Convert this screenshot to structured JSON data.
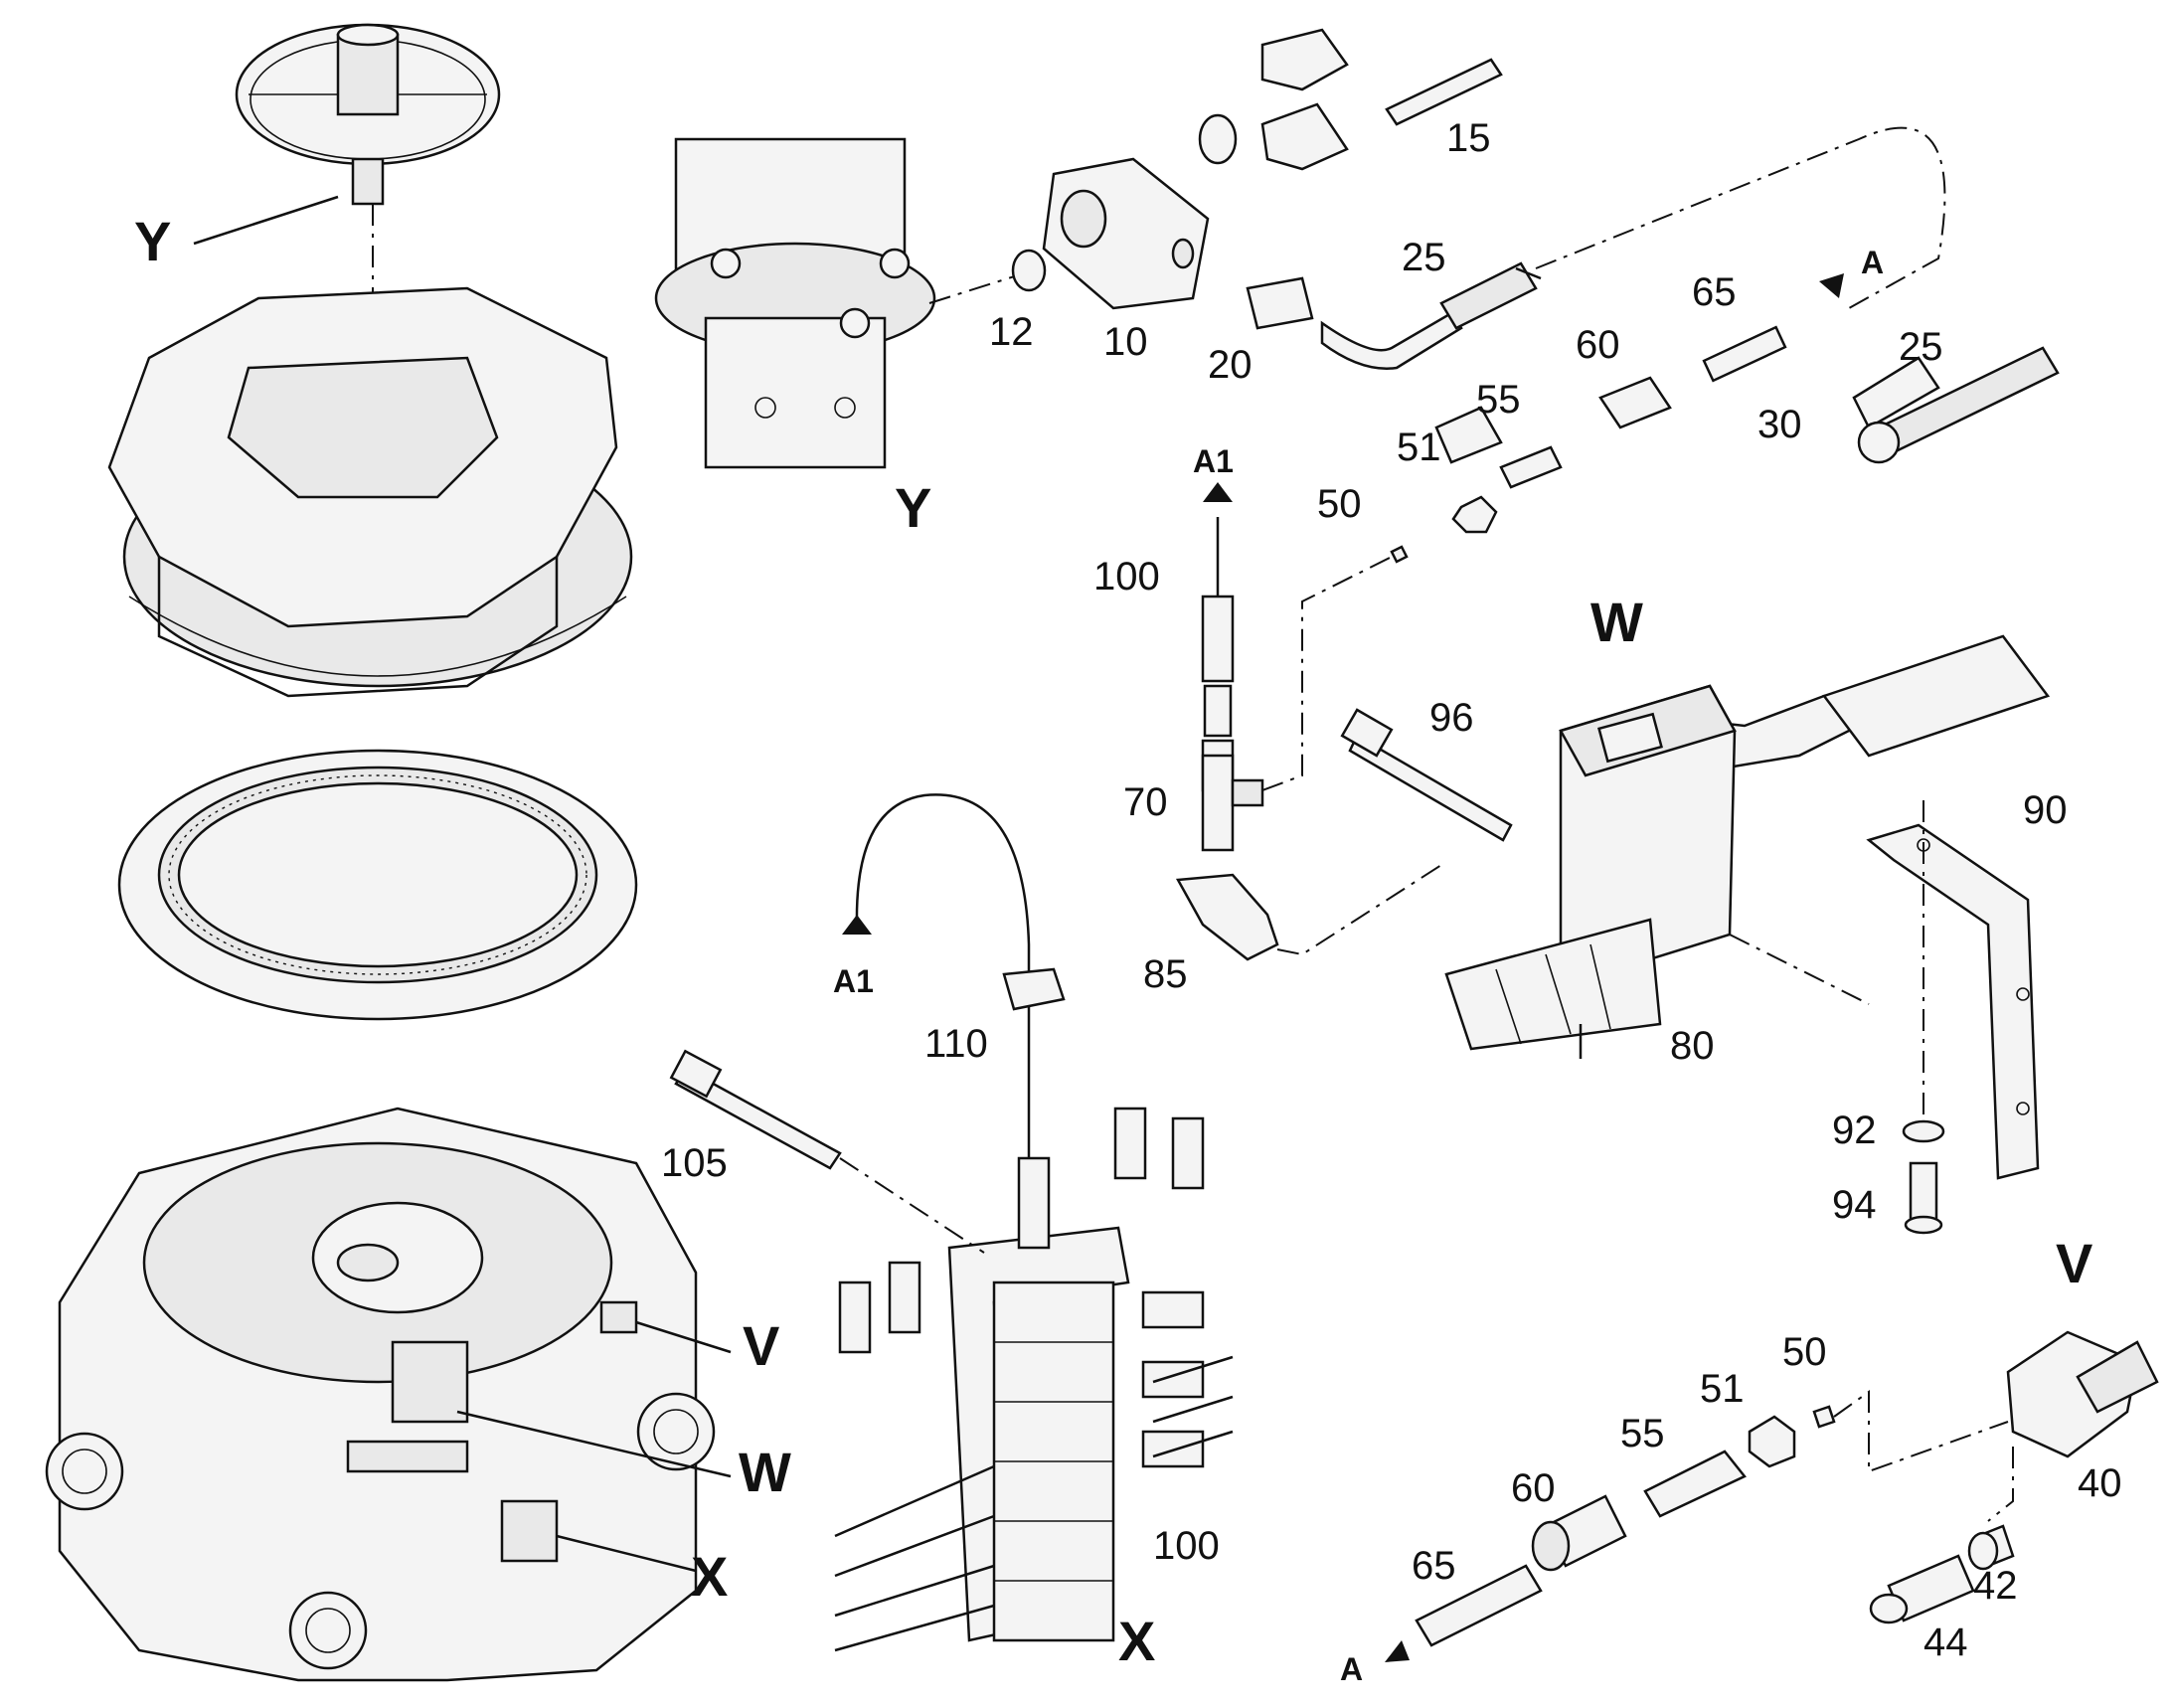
{
  "diagram": {
    "view_labels": {
      "Y_overview": "Y",
      "Y_detail": "Y",
      "W_overview": "W",
      "W_detail": "W",
      "X_overview": "X",
      "X_detail": "X",
      "V_overview": "V",
      "V_detail": "V"
    },
    "part_numbers": {
      "p15": "15",
      "p12": "12",
      "p10": "10",
      "p20": "20",
      "p25a": "25",
      "p25b": "25",
      "p65a": "65",
      "p60a": "60",
      "p55a": "55",
      "p51a": "51",
      "p50a": "50",
      "p30": "30",
      "p100a": "100",
      "p70": "70",
      "p85": "85",
      "p96": "96",
      "p90": "90",
      "p80": "80",
      "p92": "92",
      "p94": "94",
      "p110": "110",
      "p105": "105",
      "p100b": "100",
      "p50b": "50",
      "p51b": "51",
      "p55b": "55",
      "p60b": "60",
      "p65b": "65",
      "p40": "40",
      "p42": "42",
      "p44": "44"
    },
    "arrow_labels": {
      "a_top": "A",
      "a_bottom": "A",
      "a1_top": "A1",
      "a1_left": "A1"
    }
  }
}
